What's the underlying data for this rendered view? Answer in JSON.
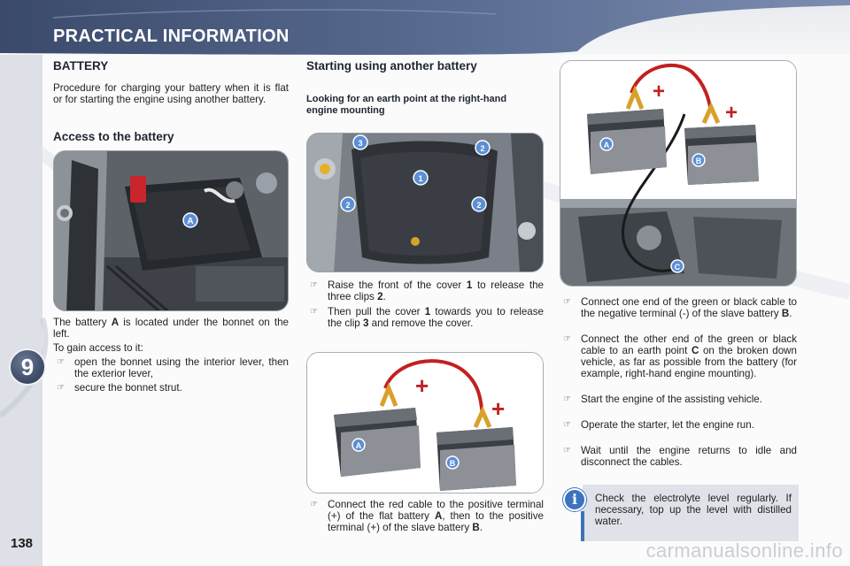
{
  "header": {
    "title": "PRACTICAL INFORMATION"
  },
  "chapter": "9",
  "page_number": "138",
  "watermark": "carmanualsonline.info",
  "bullet_glyph": "☞",
  "battery": {
    "heading": "BATTERY",
    "intro": "Procedure for charging your battery when it is flat or for starting the engine using another battery.",
    "access_heading": "Access to the battery",
    "location_pre": "The battery ",
    "location_ref": "A",
    "location_post": " is located under the bonnet on the left.",
    "access_lead": "To gain access to it:",
    "steps": [
      "open the bonnet using the interior lever, then the exterior lever,",
      "secure the bonnet strut."
    ]
  },
  "starting": {
    "heading": "Starting using another battery",
    "earth_heading": "Looking for an earth point at the right-hand engine mounting",
    "step1_pre": "Raise the front of the cover ",
    "step1_ref1": "1",
    "step1_mid": " to release the three clips ",
    "step1_ref2": "2",
    "step1_post": ".",
    "step2_pre": "Then pull the cover ",
    "step2_ref1": "1",
    "step2_mid": " towards you to release the clip ",
    "step2_ref2": "3",
    "step2_post": " and remove the cover.",
    "step3_pre": "Connect the red cable to the positive terminal (+) of the flat battery ",
    "step3_ref1": "A",
    "step3_mid": ", then to the positive terminal (+) of the slave battery ",
    "step3_ref2": "B",
    "step3_post": "."
  },
  "connect": {
    "step1_pre": "Connect one end of the green or black cable to the negative terminal (-) of the slave battery ",
    "step1_ref": "B",
    "step1_post": ".",
    "step2_pre": "Connect the other end of the green or black cable to an earth point ",
    "step2_ref": "C",
    "step2_post": " on the broken down vehicle, as far as possible from the battery (for example, right-hand engine mounting).",
    "step3": "Start the engine of the assisting vehicle.",
    "step4": "Operate the starter, let the engine run.",
    "step5": "Wait until the engine returns to idle and disconnect the cables."
  },
  "info": {
    "icon_glyph": "i",
    "text": "Check the electrolyte level regularly. If necessary, top up the level with distilled water."
  },
  "labels": {
    "a": "A",
    "b": "B",
    "c": "C",
    "one": "1",
    "two": "2",
    "three": "3",
    "plus": "+"
  },
  "colors": {
    "accent_blue": "#3c73bd",
    "header_navy": "#4a5a7a",
    "cable_red": "#c22020",
    "terminal_gold": "#d8a12a",
    "label_blue": "#5b8fd6"
  }
}
